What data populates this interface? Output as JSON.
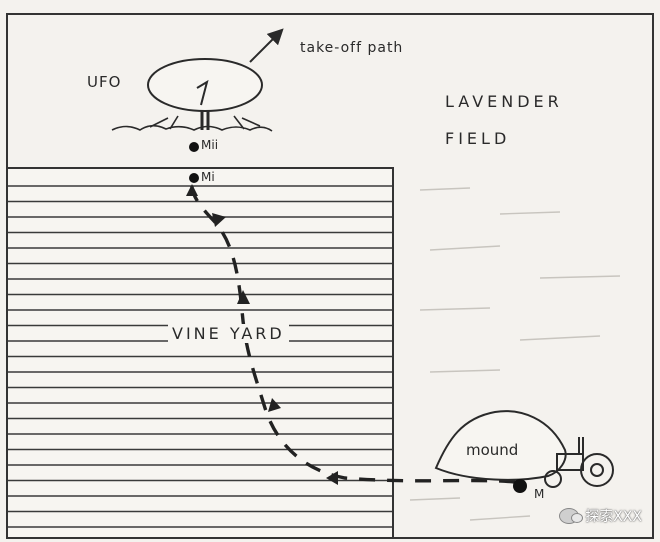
{
  "labels": {
    "ufo": "UFO",
    "takeoff": "take-off path",
    "lavender": "LAVENDER",
    "field": "FIELD",
    "vineyard": "VINE YARD",
    "mound": "mound",
    "point_m": "M",
    "point_mi": "Mi",
    "point_mii": "Mii"
  },
  "watermark": {
    "text": "探索XXX",
    "icon": "wechat-icon"
  },
  "colors": {
    "ink": "#2a2a2a",
    "paper": "#f4f2ee"
  }
}
